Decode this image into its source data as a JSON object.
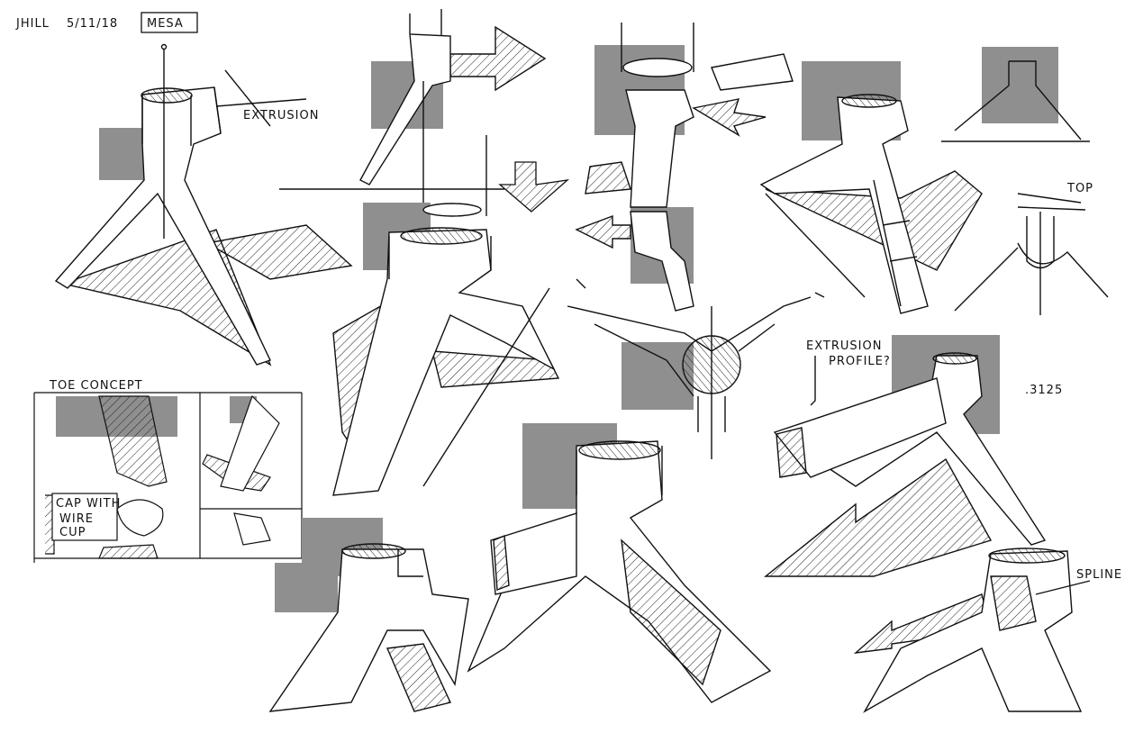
{
  "header": {
    "author": "JHILL",
    "date": "5/11/18",
    "project": "MESA"
  },
  "annotations": {
    "extrusion": "EXTRUSION",
    "toe_concept": "TOE CONCEPT",
    "cap_with": "CAP WITH",
    "wire": "WIRE",
    "cup": "CUP",
    "extrusion_profile_1": "EXTRUSION",
    "extrusion_profile_2": "PROFILE?",
    "dimension": ".3125",
    "top": "TOP",
    "spline": "SPLINE"
  },
  "colors": {
    "ink": "#111111",
    "marker_gray": "#8f8f8f",
    "paper": "#ffffff"
  }
}
